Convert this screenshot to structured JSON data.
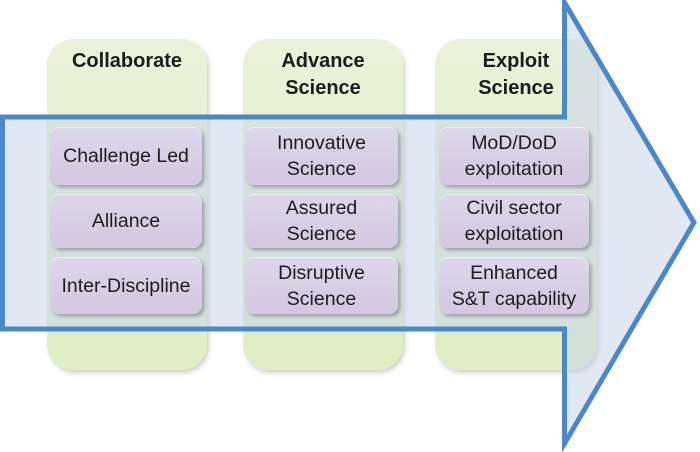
{
  "diagram": {
    "type": "process-flow",
    "arrow_direction": "right",
    "columns": [
      {
        "header": [
          "Collaborate"
        ],
        "items": [
          [
            "Challenge Led"
          ],
          [
            "Alliance"
          ],
          [
            "Inter-Discipline"
          ]
        ]
      },
      {
        "header": [
          "Advance",
          "Science"
        ],
        "items": [
          [
            "Innovative",
            "Science"
          ],
          [
            "Assured",
            "Science"
          ],
          [
            "Disruptive",
            "Science"
          ]
        ]
      },
      {
        "header": [
          "Exploit",
          "Science"
        ],
        "items": [
          [
            "MoD/DoD",
            "exploitation"
          ],
          [
            "Civil sector",
            "exploitation"
          ],
          [
            "Enhanced",
            "S&T capability"
          ]
        ]
      }
    ]
  },
  "colors": {
    "arrow-border": "#4e87c6",
    "arrow-fill": "#dbe5f1",
    "column-fill": "#e0eec6",
    "column-fill-light": "#eaf3da",
    "item-fill": "#d3c9e1",
    "item-fill-light": "#ded7eb",
    "text": "#1c1c1c"
  }
}
